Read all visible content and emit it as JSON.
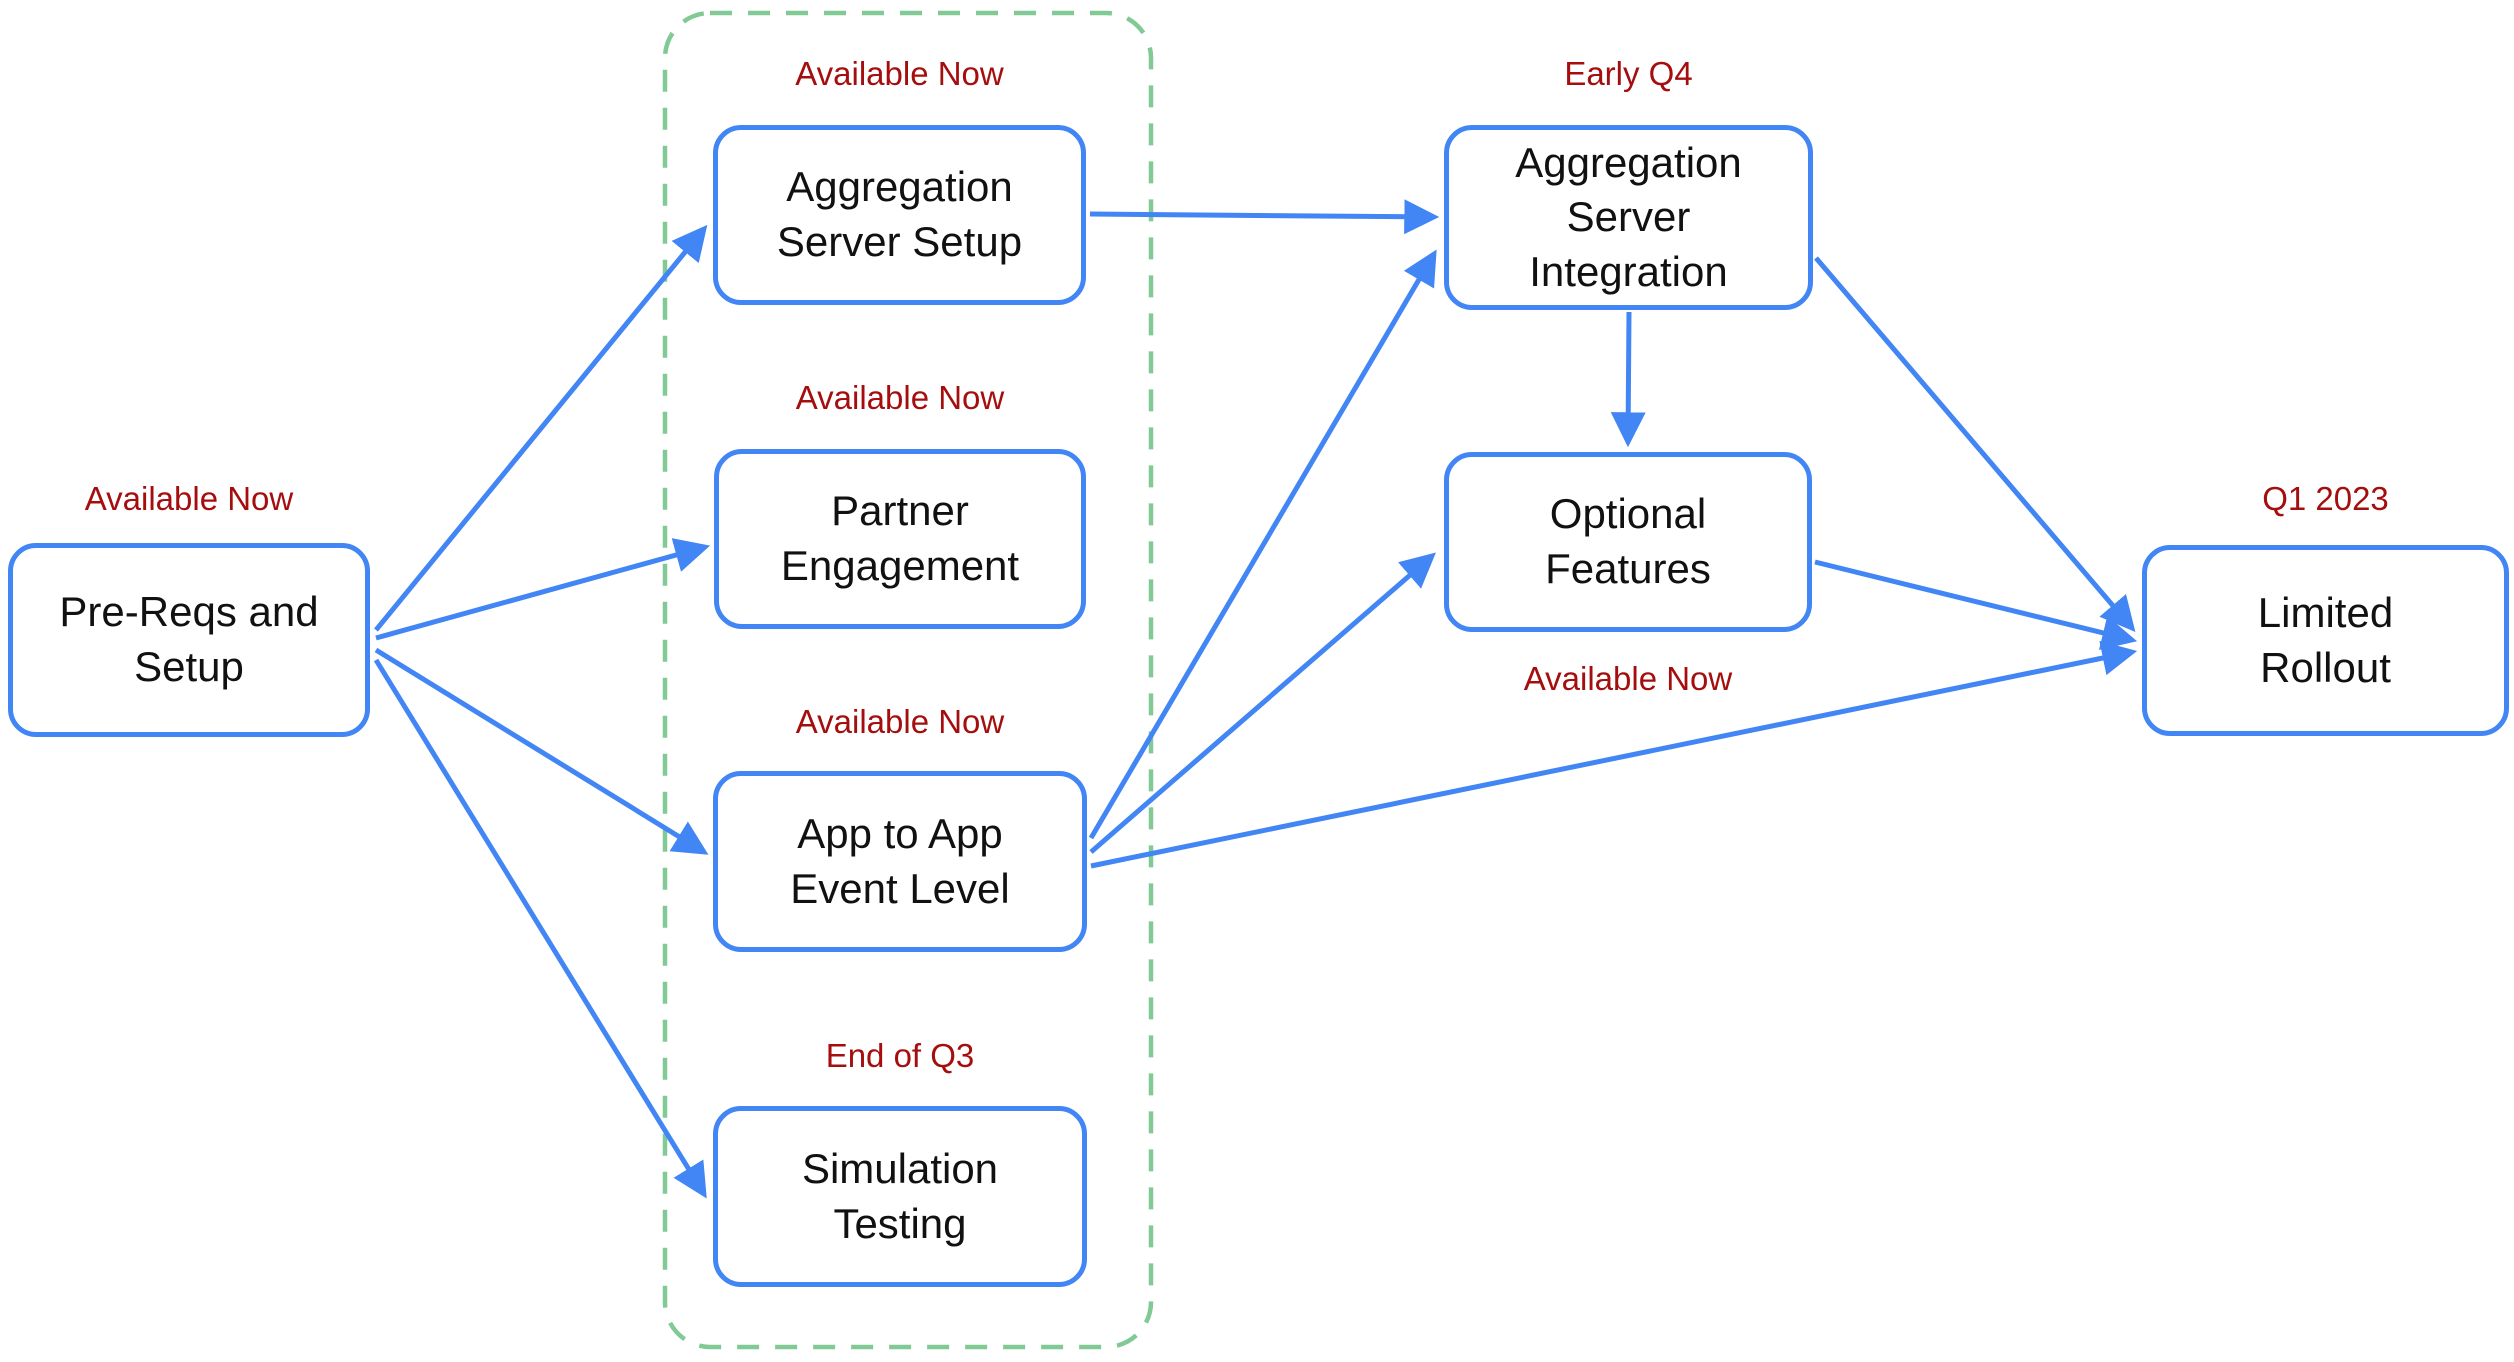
{
  "colors": {
    "blue": "#4285F4",
    "red": "#A50E0E",
    "green": "#81C995",
    "ink": "#111111",
    "bg": "#FFFFFF"
  },
  "nodes": {
    "prereqs": {
      "label": "Pre-Reqs and\nSetup",
      "status": "Available Now"
    },
    "agg_setup": {
      "label": "Aggregation\nServer Setup",
      "status": "Available Now"
    },
    "partner": {
      "label": "Partner\nEngagement",
      "status": "Available Now"
    },
    "app2app": {
      "label": "App to App\nEvent Level",
      "status": "Available Now"
    },
    "simulation": {
      "label": "Simulation\nTesting",
      "status": "End of Q3"
    },
    "agg_integration": {
      "label": "Aggregation\nServer\nIntegration",
      "status": "Early Q4"
    },
    "optional": {
      "label": "Optional\nFeatures",
      "status": "Available Now"
    },
    "rollout": {
      "label": "Limited\nRollout",
      "status": "Q1 2023"
    }
  },
  "group": {
    "style": "dashed-green-rounded-rectangle",
    "members": [
      "agg_setup",
      "partner",
      "app2app",
      "simulation"
    ]
  },
  "edges": [
    {
      "from": "prereqs",
      "to": "agg_setup"
    },
    {
      "from": "prereqs",
      "to": "partner"
    },
    {
      "from": "prereqs",
      "to": "app2app"
    },
    {
      "from": "prereqs",
      "to": "simulation"
    },
    {
      "from": "agg_setup",
      "to": "agg_integration"
    },
    {
      "from": "app2app",
      "to": "agg_integration"
    },
    {
      "from": "app2app",
      "to": "optional"
    },
    {
      "from": "app2app",
      "to": "rollout"
    },
    {
      "from": "agg_integration",
      "to": "optional"
    },
    {
      "from": "agg_integration",
      "to": "rollout"
    },
    {
      "from": "optional",
      "to": "rollout"
    }
  ]
}
